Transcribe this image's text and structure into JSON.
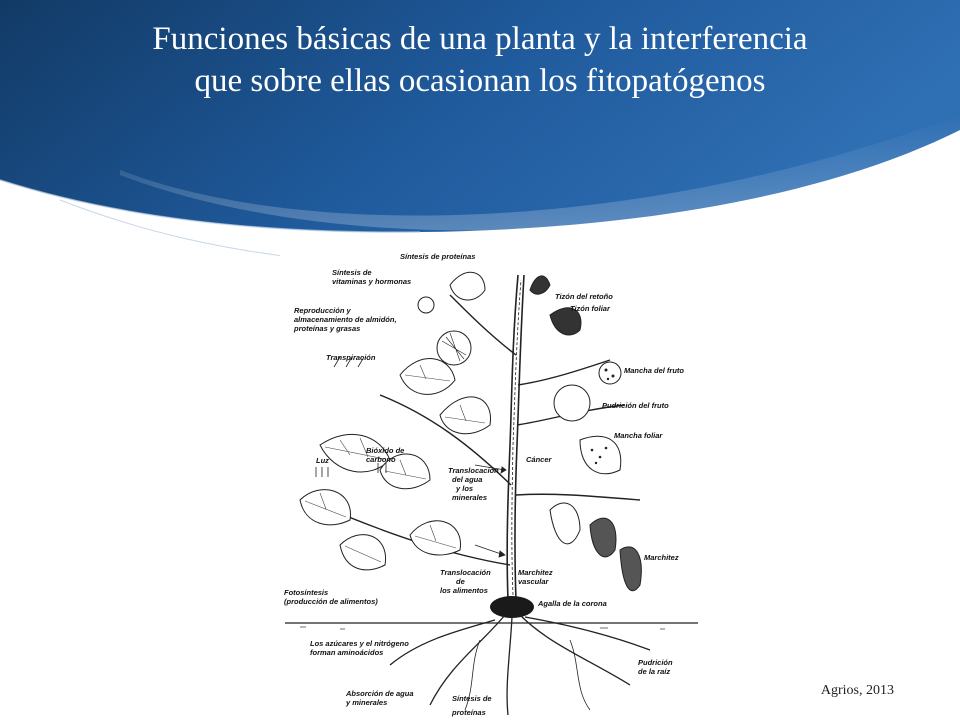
{
  "slide": {
    "title_line1": "Funciones básicas de una planta y la interferencia",
    "title_line2": "que sobre ellas ocasionan los fitopatógenos",
    "credit": "Agrios, 2013",
    "colors": {
      "banner_dark": "#123a66",
      "banner_mid": "#1f5a9c",
      "banner_light": "#4f86c2",
      "background": "#ffffff"
    }
  },
  "diagram": {
    "labels": {
      "sintesis_proteinas_top": "Síntesis de proteínas",
      "sintesis_vitaminas_1": "Síntesis de",
      "sintesis_vitaminas_2": "vitaminas y hormonas",
      "reproduccion_1": "Reproducción y",
      "reproduccion_2": "almacenamiento de almidón,",
      "reproduccion_3": "proteínas y grasas",
      "transpiracion": "Transpiración",
      "luz": "Luz",
      "bioxido_1": "Bióxido de",
      "bioxido_2": "carbono",
      "translocacion_agua_1": "Translocación",
      "translocacion_agua_2": "del agua",
      "translocacion_agua_3": "y los",
      "translocacion_agua_4": "minerales",
      "translocacion_alim_1": "Translocación",
      "translocacion_alim_2": "de",
      "translocacion_alim_3": "los alimentos",
      "fotosintesis_1": "Fotosíntesis",
      "fotosintesis_2": "(producción de alimentos)",
      "azucares_1": "Los azúcares y el nitrógeno",
      "azucares_2": "forman aminoácidos",
      "absorcion_1": "Absorción de agua",
      "absorcion_2": "y minerales",
      "sintesis_proteinas_bottom_1": "Síntesis de",
      "sintesis_proteinas_bottom_2": "proteínas",
      "tizon_retono": "Tizón del retoño",
      "tizon_foliar": "Tizón foliar",
      "mancha_fruto": "Mancha del fruto",
      "pudricion_fruto": "Pudrición del fruto",
      "mancha_foliar": "Mancha foliar",
      "cancer": "Cáncer",
      "marchitez": "Marchitez",
      "marchitez_vascular_1": "Marchitez",
      "marchitez_vascular_2": "vascular",
      "agalla_corona": "Agalla de la corona",
      "pudricion_raiz_1": "Pudrición",
      "pudricion_raiz_2": "de la raíz"
    }
  }
}
